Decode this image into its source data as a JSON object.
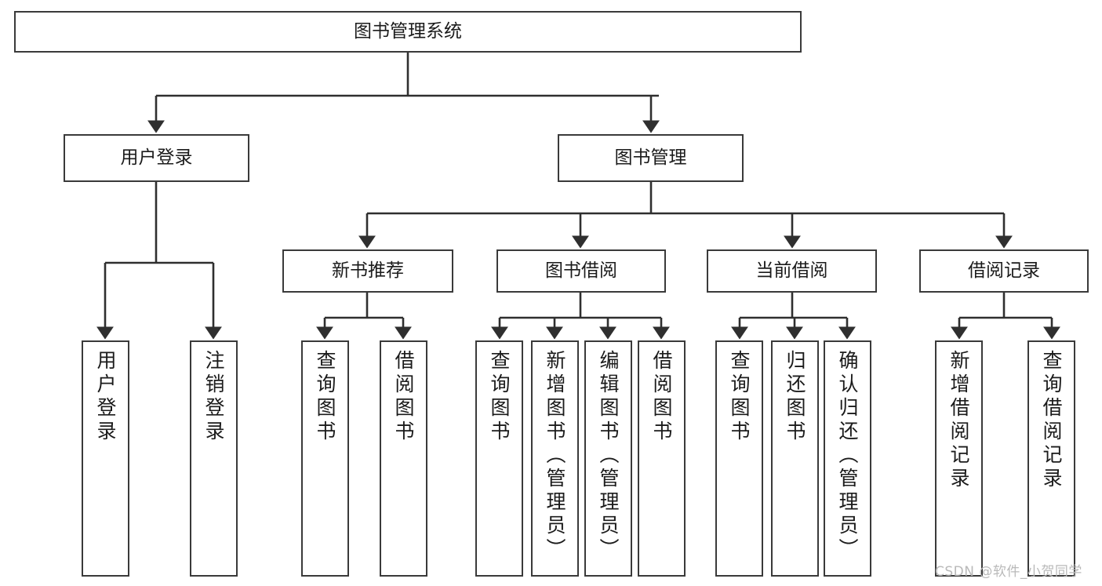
{
  "diagram": {
    "title": "图书管理系统",
    "type": "hierarchy-tree",
    "watermark": "CSDN @软件_小贺同学",
    "colors": {
      "box_border": "#3a3a3a",
      "box_fill": "#ffffff",
      "connector": "#2f2f2f",
      "text": "#1b1b1b",
      "watermark": "#b9b9b9",
      "background": "#ffffff"
    },
    "nodes": {
      "root": {
        "label": "图书管理系统"
      },
      "level2": [
        {
          "id": "user-login",
          "label": "用户登录"
        },
        {
          "id": "book-management",
          "label": "图书管理"
        }
      ],
      "level3": [
        {
          "id": "new-book-recommend",
          "label": "新书推荐"
        },
        {
          "id": "book-borrow",
          "label": "图书借阅"
        },
        {
          "id": "current-borrow",
          "label": "当前借阅"
        },
        {
          "id": "borrow-record",
          "label": "借阅记录"
        }
      ],
      "leaves": {
        "user-login": [
          {
            "id": "leaf-user-login",
            "label": "用户登录"
          },
          {
            "id": "leaf-logout-login",
            "label": "注销登录"
          }
        ],
        "new-book-recommend": [
          {
            "id": "leaf-query-book-1",
            "label": "查询图书"
          },
          {
            "id": "leaf-borrow-book-1",
            "label": "借阅图书"
          }
        ],
        "book-borrow": [
          {
            "id": "leaf-query-book-2",
            "label": "查询图书"
          },
          {
            "id": "leaf-add-book",
            "label": "新增图书（管理员）"
          },
          {
            "id": "leaf-edit-book",
            "label": "编辑图书（管理员）"
          },
          {
            "id": "leaf-borrow-book-2",
            "label": "借阅图书"
          }
        ],
        "current-borrow": [
          {
            "id": "leaf-query-book-3",
            "label": "查询图书"
          },
          {
            "id": "leaf-return-book",
            "label": "归还图书"
          },
          {
            "id": "leaf-confirm-return",
            "label": "确认归还（管理员）"
          }
        ],
        "borrow-record": [
          {
            "id": "leaf-add-record",
            "label": "新增借阅记录"
          },
          {
            "id": "leaf-query-record",
            "label": "查询借阅记录"
          }
        ]
      }
    }
  }
}
